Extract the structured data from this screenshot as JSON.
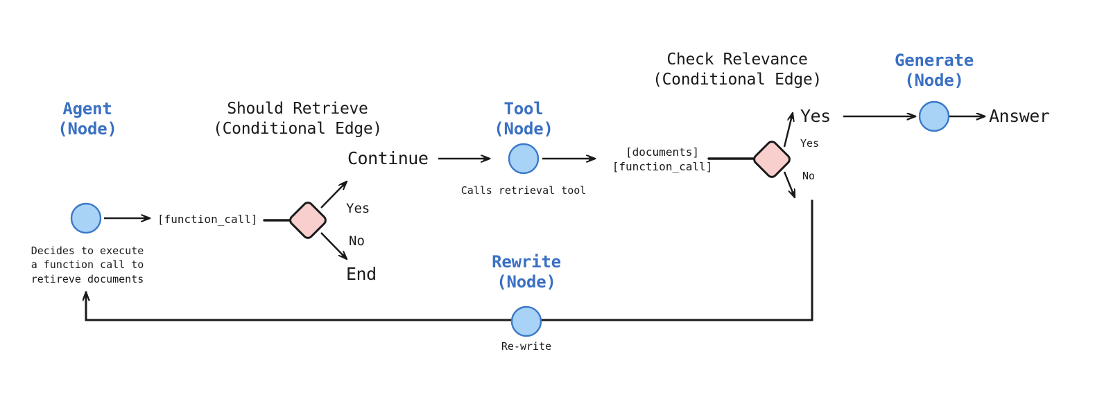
{
  "diagram": {
    "title_visible": false,
    "colors": {
      "node_fill": "#a8d3f7",
      "node_stroke": "#3a78c8",
      "decision_fill": "#f8cfcc",
      "decision_stroke": "#1a1a1a",
      "node_label": "#3a70c3",
      "text": "#1a1a1a",
      "edge": "#1a1a1a",
      "background": "#ffffff"
    },
    "nodes": [
      {
        "id": "agent",
        "title": "Agent",
        "subtitle": "(Node)",
        "shape": "circle",
        "caption": "Decides to execute\na function call to\nretireve documents"
      },
      {
        "id": "tool",
        "title": "Tool",
        "subtitle": "(Node)",
        "shape": "circle",
        "caption": "Calls retrieval tool"
      },
      {
        "id": "generate",
        "title": "Generate",
        "subtitle": "(Node)",
        "shape": "circle",
        "caption": ""
      },
      {
        "id": "rewrite",
        "title": "Rewrite",
        "subtitle": "(Node)",
        "shape": "circle",
        "caption": "Re-write"
      }
    ],
    "conditional_edges": [
      {
        "id": "should-retrieve",
        "title": "Should Retrieve",
        "subtitle": "(Conditional Edge)",
        "shape": "diamond",
        "input_label": "[function_call]",
        "branches": [
          {
            "label": "Yes",
            "target": "Continue"
          },
          {
            "label": "No",
            "target": "End"
          }
        ]
      },
      {
        "id": "check-relevance",
        "title": "Check Relevance",
        "subtitle": "(Conditional Edge)",
        "shape": "diamond",
        "input_label": "[documents]\n[function_call]",
        "branches": [
          {
            "label": "Yes",
            "target": "Yes"
          },
          {
            "label": "No",
            "target": ""
          }
        ]
      }
    ],
    "labels": {
      "continue": "Continue",
      "end": "End",
      "yes_branch_1": "Yes",
      "no_branch_1": "No",
      "yes_target": "Yes",
      "yes_branch_2": "Yes",
      "no_branch_2": "No",
      "answer": "Answer",
      "function_call": "[function_call]",
      "documents_function_call": "[documents]\n[function_call]",
      "agent_caption": "Decides to execute\na function call to\nretireve documents",
      "tool_caption": "Calls retrieval tool",
      "rewrite_caption": "Re-write"
    }
  }
}
